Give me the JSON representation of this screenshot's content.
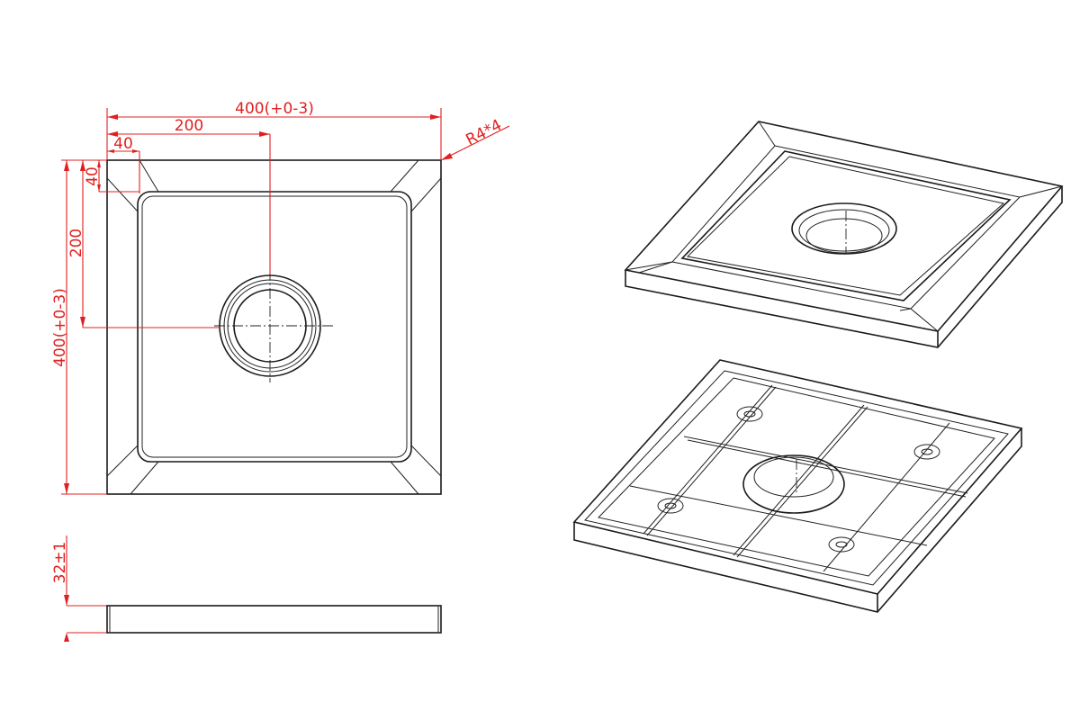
{
  "drawing": {
    "dimensions": {
      "overall_width": "400(+0-3)",
      "half_width": "200",
      "chamfer_width": "40",
      "overall_height": "400(+0-3)",
      "half_height": "200",
      "chamfer_height": "40",
      "corner_radius": "R4*4",
      "thickness": "32±1"
    },
    "colors": {
      "line": "#1a1a1a",
      "dimension": "#e02020"
    }
  }
}
